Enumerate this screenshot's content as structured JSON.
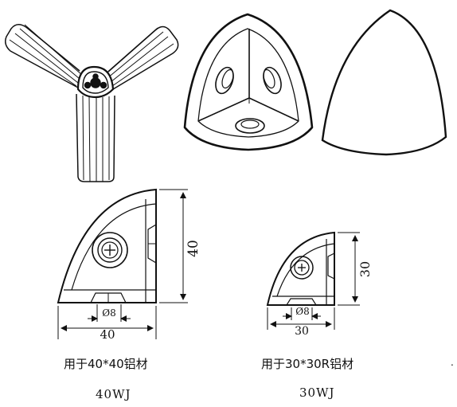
{
  "figures": {
    "large": {
      "dim_height": "40",
      "dim_width": "40",
      "dim_hole": "Ø8",
      "caption": "用于40*40铝材",
      "code": "40WJ"
    },
    "small": {
      "dim_height": "30",
      "dim_width": "30",
      "dim_hole": "Ø8",
      "caption": "用于30*30R铝材",
      "code": "30WJ"
    }
  },
  "stray_mark": "."
}
